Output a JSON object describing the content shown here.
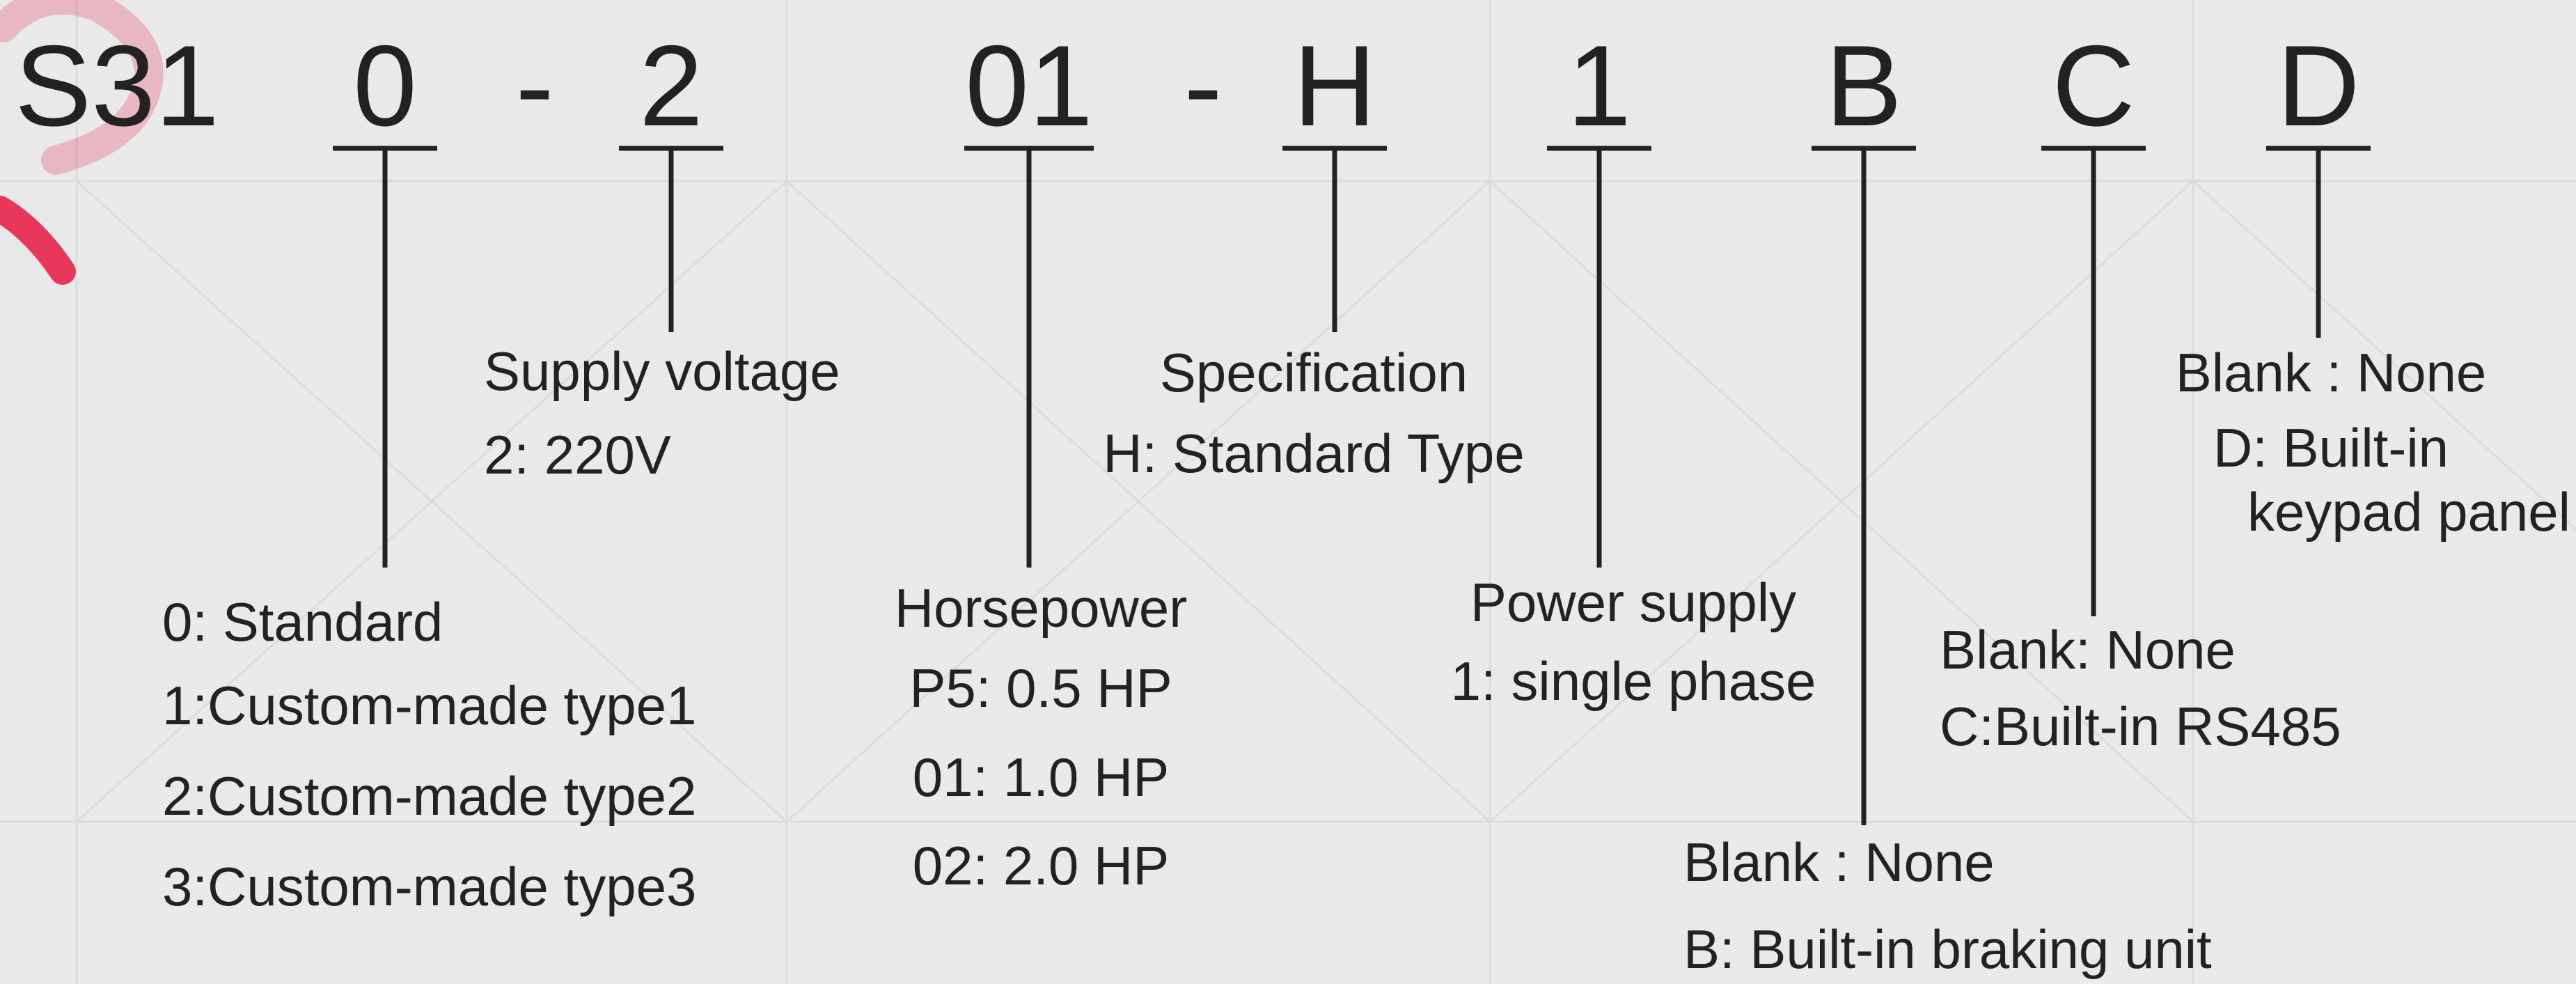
{
  "colors": {
    "background": "#e9e9e9",
    "text": "#222222",
    "watermark": "#e8375a"
  },
  "code": {
    "prefix": "S31",
    "dash1": "-",
    "dash2": "-",
    "segments": [
      "0",
      "2",
      "01",
      "H",
      "1",
      "B",
      "C",
      "D"
    ]
  },
  "groups": {
    "type": {
      "lines": [
        "0: Standard",
        "1:Custom-made type1",
        "2:Custom-made type2",
        "3:Custom-made type3"
      ]
    },
    "voltage": {
      "lines": [
        "Supply voltage",
        "2: 220V"
      ]
    },
    "horsepower": {
      "lines": [
        "Horsepower",
        "P5: 0.5 HP",
        "01: 1.0 HP",
        "02: 2.0 HP"
      ]
    },
    "specification": {
      "lines": [
        "Specification",
        "H: Standard Type"
      ]
    },
    "power": {
      "lines": [
        "Power supply",
        "1: single phase"
      ]
    },
    "braking": {
      "lines": [
        "Blank : None",
        "B: Built-in braking unit"
      ]
    },
    "rs485": {
      "lines": [
        "Blank: None",
        "C:Built-in RS485"
      ]
    },
    "keypad": {
      "lines": [
        "Blank : None",
        "D: Built-in",
        "keypad panel"
      ]
    }
  }
}
